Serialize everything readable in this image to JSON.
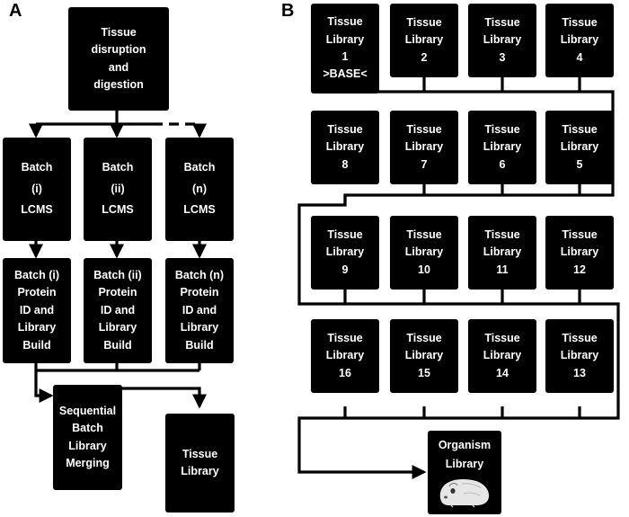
{
  "panel_a": {
    "label": "A",
    "start": [
      "Tissue",
      "disruption",
      "and",
      "digestion"
    ],
    "batches": [
      {
        "lcms": [
          "Batch",
          "(i)",
          "LCMS"
        ],
        "build": [
          "Batch (i)",
          "Protein",
          "ID and",
          "Library",
          "Build"
        ]
      },
      {
        "lcms": [
          "Batch",
          "(ii)",
          "LCMS"
        ],
        "build": [
          "Batch (ii)",
          "Protein",
          "ID and",
          "Library",
          "Build"
        ]
      },
      {
        "lcms": [
          "Batch",
          "(n)",
          "LCMS"
        ],
        "build": [
          "Batch (n)",
          "Protein",
          "ID and",
          "Library",
          "Build"
        ]
      }
    ],
    "merge": [
      "Sequential",
      "Batch",
      "Library",
      "Merging"
    ],
    "tissue_library": [
      "Tissue",
      "Library"
    ]
  },
  "panel_b": {
    "label": "B",
    "libraries": [
      [
        "Tissue",
        "Library",
        "1",
        ">BASE<"
      ],
      [
        "Tissue",
        "Library",
        "2"
      ],
      [
        "Tissue",
        "Library",
        "3"
      ],
      [
        "Tissue",
        "Library",
        "4"
      ],
      [
        "Tissue",
        "Library",
        "5"
      ],
      [
        "Tissue",
        "Library",
        "6"
      ],
      [
        "Tissue",
        "Library",
        "7"
      ],
      [
        "Tissue",
        "Library",
        "8"
      ],
      [
        "Tissue",
        "Library",
        "9"
      ],
      [
        "Tissue",
        "Library",
        "10"
      ],
      [
        "Tissue",
        "Library",
        "11"
      ],
      [
        "Tissue",
        "Library",
        "12"
      ],
      [
        "Tissue",
        "Library",
        "13"
      ],
      [
        "Tissue",
        "Library",
        "14"
      ],
      [
        "Tissue",
        "Library",
        "15"
      ],
      [
        "Tissue",
        "Library",
        "16"
      ]
    ],
    "organism": [
      "Organism",
      "Library"
    ],
    "organism_icon": "guinea-pig-icon"
  }
}
